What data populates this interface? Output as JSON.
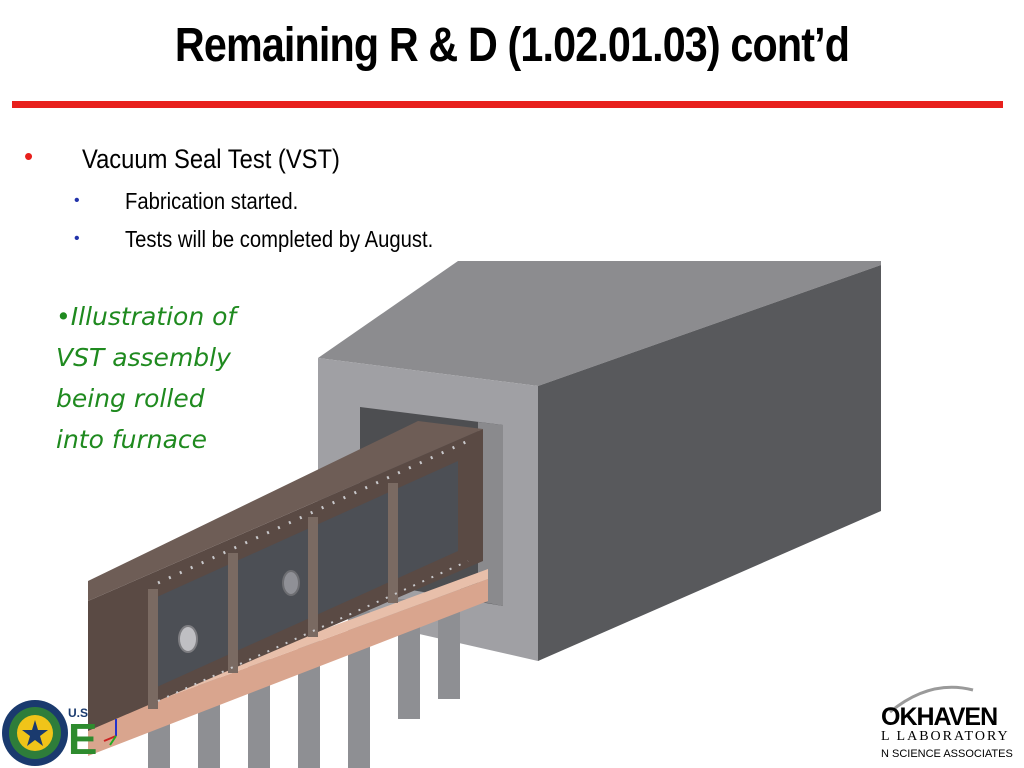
{
  "slide": {
    "title": "Remaining R & D (1.02.01.03) cont’d",
    "bullet_l1": "Vacuum Seal Test (VST)",
    "bullets_l2": [
      "Fabrication started.",
      "Tests will be completed by August."
    ],
    "caption_lines": [
      "•Illustration of",
      "VST assembly",
      "being rolled",
      "into furnace"
    ]
  },
  "logos": {
    "doe_prefix": "U.S",
    "doe_letter": "E",
    "bnl_name": "OKHAVEN",
    "bnl_lab": "L LABORATORY",
    "bnl_assoc": "N SCIENCE ASSOCIATES"
  },
  "colors": {
    "accent_red": "#e8201c",
    "caption_green": "#1f8a1f",
    "sub_bullet_blue": "#2233aa"
  }
}
